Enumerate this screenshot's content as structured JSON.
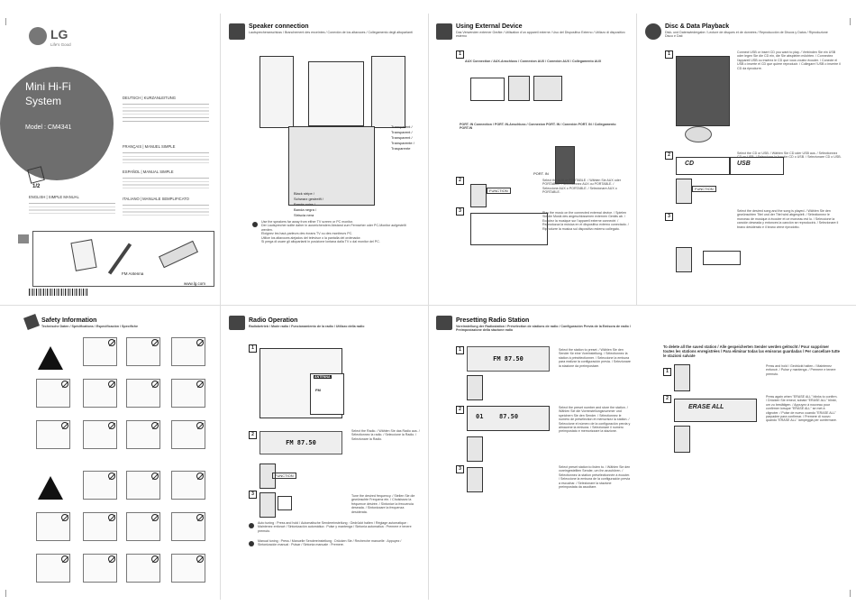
{
  "cover": {
    "brand": "LG",
    "tagline": "Life's Good",
    "product": "Mini Hi-Fi System",
    "model": "Model : CM4341",
    "page": "1/2",
    "lang_de": "DEUTSCH | KURZANLEITUNG",
    "lang_fr": "FRANÇAIS | MANUEL SIMPLE",
    "lang_es": "ESPAÑOL | MANUAL SIMPLE",
    "lang_it": "ITALIANO | MANUALE SEMPLIFICATO",
    "lang_en": "ENGLISH | SIMPLE MANUAL",
    "fm_antenna": "FM Antenna",
    "url": "www.lg.com"
  },
  "speaker": {
    "title": "Speaker connection",
    "subtitle": "Lautsprecheranschluss / Branchement des enceintes / Conexión de los altavoces / Collegamento degli altoparlanti",
    "transparent": [
      "Transparent /",
      "Transparent /",
      "Transparent /",
      "Transparente /",
      "Trasparente"
    ],
    "black": [
      "Black stripe /",
      "Schwarz gestreift /",
      "Bande noire /",
      "Banda negra /",
      "Striscia nera"
    ],
    "note_en": "Use the speakers far away from either TV screen or PC monitor.",
    "note_de": "Der Lautsprecher sollte daher in ausreichendem Abstand zum Fernseher oder PC-Monitor aufgestellt werden.",
    "note_fr": "Eloignez les haut-parleurs des écrans TV ou des moniteurs PC.",
    "note_es": "Utilice los altavoces alejados del televisor o la pantalla del ordenador.",
    "note_it": "Si prega di usare gli altoparlanti in posizione lontana dalla TV o dal monitor del PC."
  },
  "external": {
    "title": "Using External Device",
    "subtitle": "Das Verwenden externer Geräte / Utilisation d'un appareil externe / Uso del Dispositivo Externo / Utilizzo di dispositivo esterno",
    "aux": "AUX Connection / AUX-Anschluss / Connexion AUX / Conexión AUX / Collegamento AUX",
    "port": "PORT. IN Connection / PORT. IN-Anschluss / Connexion PORT. IN / Conexión PORT. IN / Collegamento PORT.IN",
    "sel": "Select the AUX or PORTABLE. / Wählen Sie AUX oder PORTABLE. / Sélectionnez AUX ou PORTABLE. / Seleccione AUX o PORTABLE. / Selezionare AUX o PORTABLE.",
    "play": "Play the music on the connected external device. / Spielen Sie die Musik des angeschlossenen externen Geräts ab. / Ecoutez la musique sur l'appareil externe connecté. / Reproduzca la música en el dispositivo externo conectado. / Riprodurre la musica sul dispositivo esterno collegato.",
    "function": "FUNCTION",
    "port_in": "PORT. IN"
  },
  "disc": {
    "title": "Disc & Data Playback",
    "subtitle": "Disk- und Datenwiedergabe / Lecture de disques et de données / Reproducción de Discos y Datos / Riproduzione Disco e Dati",
    "s1": "Connect USB or insert CD you want to play. / Verbinden Sie ein USB oder legen Sie die CD ein, die Sie abspielen möchten. / Connectez l'appareil USB ou insérez le CD que vous voulez écouter. / Conecte el USB o inserte el CD que quiere reproducir. / Collegare l'USB o inserire il CD da riprodurre.",
    "s2": "Select the CD or USB. / Wählen Sie CD oder USB aus. / Sélectionnez CD ou USB. / Seleccione la función CD o USB. / Selezionare CD o USB.",
    "s3": "Select the desired song and the song is played. / Wählen Sie den gewünschten Titel und der Titel wird abgespielt. / Sélectionnez le morceau de musique à écouter et ce morceau est lu. / Seleccione la canción deseada y entonces la canción se reproducirá. / Selezionare il brano desiderato e il brano viene riprodotto.",
    "cd": "CD",
    "usb": "USB",
    "function": "FUNCTION"
  },
  "safety": {
    "title": "Safety Information",
    "subtitle": "Technische Daten / Spécifications / Especificación / Specifiche"
  },
  "radio": {
    "title": "Radio Operation",
    "subtitle": "Radiobetrieb / Mode radio / Funcionamiento de la radio / Utilizzo della radio",
    "antenna": "ANTENNA",
    "fm_label": "FM",
    "freq": "FM 87.50",
    "sel": "Select the Radio. / Wählen Sie das Radio aus. / Sélectionnez la radio. / Seleccione la Radio. / Selezionare la Radio.",
    "function": "FUNCTION",
    "tune": "Tune the desired frequency. / Stellen Sie die gewünschte Frequenz ein. / Choisissez la fréquence désirée. / Sintonice la frecuencia deseada. / Sintonizzare la frequenza desiderata.",
    "auto": "Auto tuning : Press and hold / Automatische Sendereinstellung : Gedrückt halten / Réglage automatique : Maintenez enfoncé / Sintonización automática : Pulse y mantenga / Sintonia automatica : Premere e tenere premuto.",
    "manual": "Manual tuning : Press / Manuelle Sendereinstellung : Drücken Sie / Recherche manuelle : Appuyez / Sintonización manual : Pulsar / Sintonia manuale : Premere."
  },
  "preset": {
    "title": "Presetting Radio Station",
    "subtitle": "Voreinstellung der Radiostation / Présélection de stations de radio / Configuración Previa de la Emisora de radio / Preimpostazione della stazione radio",
    "freq1": "FM 87.50",
    "num": "01",
    "freq2": "87.50",
    "s1": "Select the station to preset. / Wählen Sie den Sender für eine Voreinstellung. / Sélectionnez la station à présélectionner. / Seleccione la emisora para realizar la configuración previa. / Selezionare la stazione da preimpostare.",
    "s2": "Select the preset number and store the station. / Wählen Sie die Voreinstellungsnummer und speichern Sie den Sender. / Sélectionnez le numéro de présélection et mémorisez la station. / Seleccione el número de la configuración previa y almacene la emisora. / Selezionare il numero preimpostato e memorizzare la stazione.",
    "s3": "Select preset station to listen to. / Wählen Sie den voreingestellten Sender, um ihn anzuhören. / Sélectionnez la station présélectionnée à écouter. / Seleccione la emisora de la configuración previa a escuchar. / Selezionare la stazione preimpostata da ascoltare.",
    "delete": "To delete all the saved station / Alle gespeicherten Sender werden gelöscht / Pour supprimer toutes les stations enregistrées / Para eliminar todas las emisoras guardadas / Per cancellare tutte le stazioni salvate",
    "d1": "Press and hold / Gedrückt halten. / Maintenez enfoncé. / Pulse y mantenga. / Premere e tenere premuto.",
    "erase": "ERASE ALL",
    "d2": "Press again when \"ERASE ALL\" blinks to confirm. / Drücken Sie erneut, sobald \"ERASE ALL\" blinkt, um zu bestätigen. / Appuyez à nouveau pour confirmer lorsque \"ERASE ALL\" se met à clignoter. / Pulse de nuevo cuando \"ERASE ALL\" parpadee para confirmar. / Premere di nuovo quando \"ERASE ALL\" lampeggia per confermare."
  }
}
